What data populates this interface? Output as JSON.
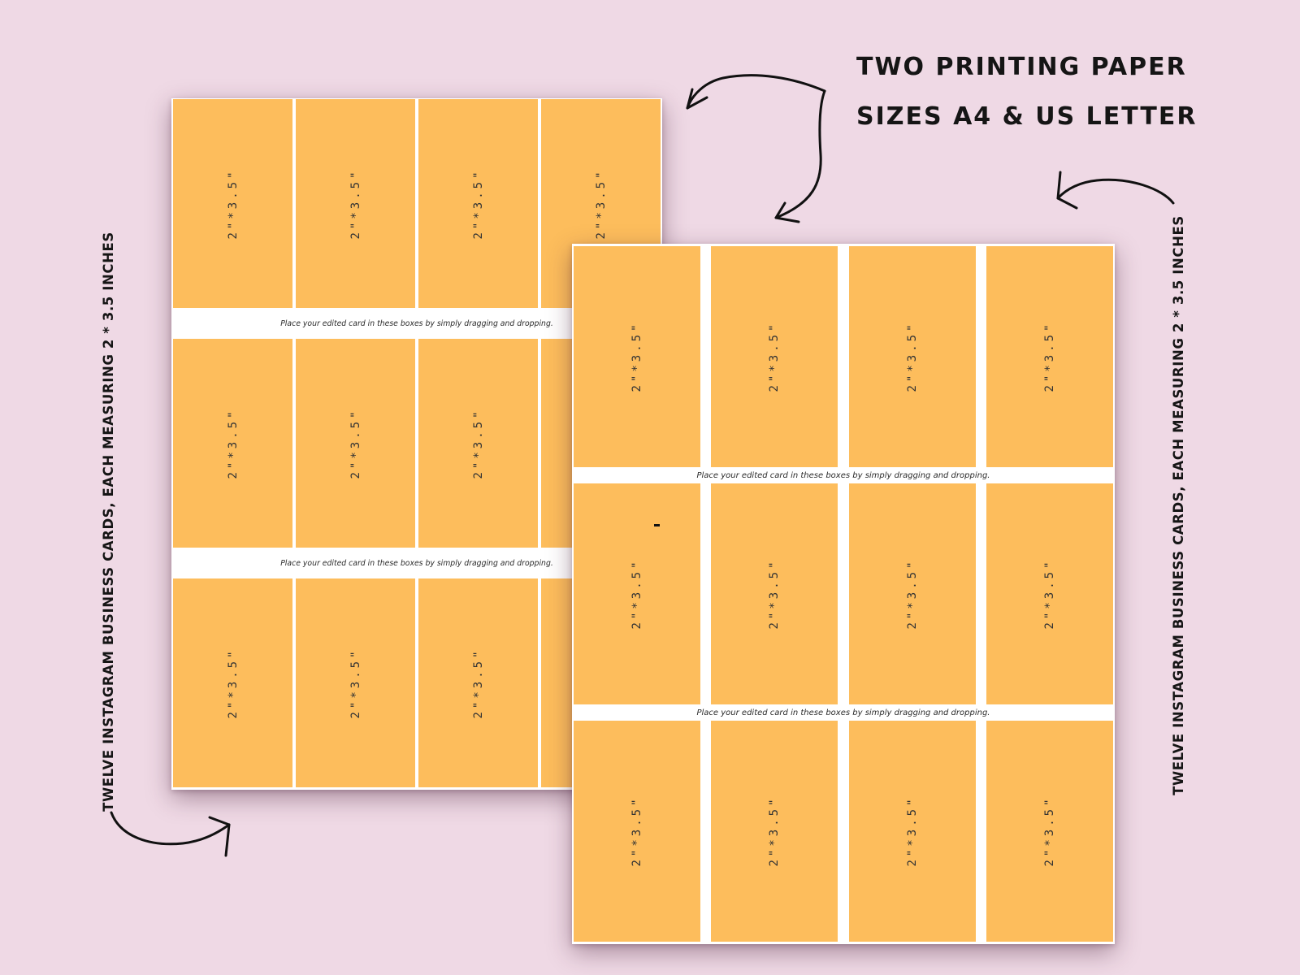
{
  "headline": {
    "line1": "TWO PRINTING PAPER",
    "line2": "SIZES A4 & US LETTER"
  },
  "side_labels": {
    "left": "TWELVE INSTAGRAM BUSINESS CARDS, EACH MEASURING 2 * 3.5 INCHES",
    "right": "TWELVE INSTAGRAM BUSINESS CARDS, EACH MEASURING 2 * 3.5 INCHES"
  },
  "card": {
    "dimension_label": "2\"*3.5\"",
    "instruction": "Place your edited card in these boxes by simply dragging and dropping."
  },
  "sheets": {
    "back": {
      "rows": 3,
      "columns": 4
    },
    "front": {
      "rows": 3,
      "columns": 4
    }
  },
  "colors": {
    "background": "#efd9e5",
    "card_fill": "#fdbd5c",
    "sheet": "#ffffff",
    "ink": "#151515"
  },
  "icons": [
    "curved-arrow-icon"
  ]
}
